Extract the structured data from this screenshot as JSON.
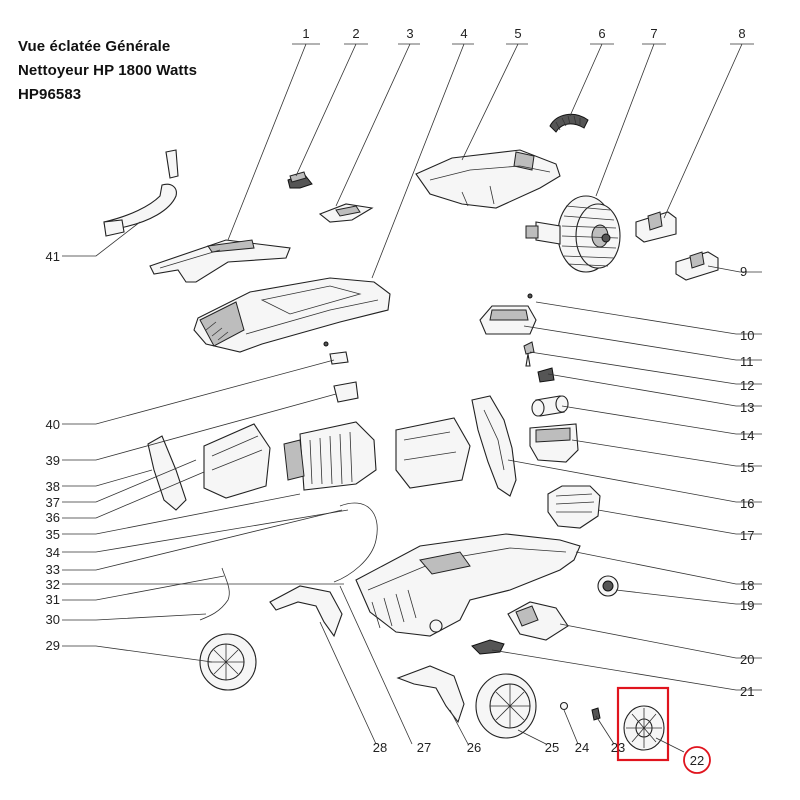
{
  "title": {
    "line1": "Vue éclatée Générale",
    "line2": "Nettoyeur HP 1800 Watts",
    "line3": "HP96583"
  },
  "highlight": {
    "part_number": "22",
    "box_color": "#e0141e",
    "circle_color": "#e0141e"
  },
  "callouts": {
    "top": [
      "1",
      "2",
      "3",
      "4",
      "5",
      "6",
      "7",
      "8"
    ],
    "right": [
      "9",
      "10",
      "11",
      "12",
      "13",
      "14",
      "15",
      "16",
      "17",
      "18",
      "19",
      "20",
      "21"
    ],
    "bottom": [
      "22",
      "23",
      "24",
      "25",
      "26",
      "27",
      "28"
    ],
    "left": [
      "29",
      "30",
      "31",
      "32",
      "33",
      "34",
      "35",
      "36",
      "37",
      "38",
      "39",
      "40",
      "41"
    ]
  },
  "icons": [
    "handle-cover-icon",
    "clip-icon",
    "latch-icon",
    "top-cover-icon",
    "hose-reel-cover-icon",
    "spring-icon",
    "hose-reel-icon",
    "bracket-icon",
    "motor-icon",
    "pump-icon",
    "wheel-icon",
    "chassis-icon"
  ]
}
